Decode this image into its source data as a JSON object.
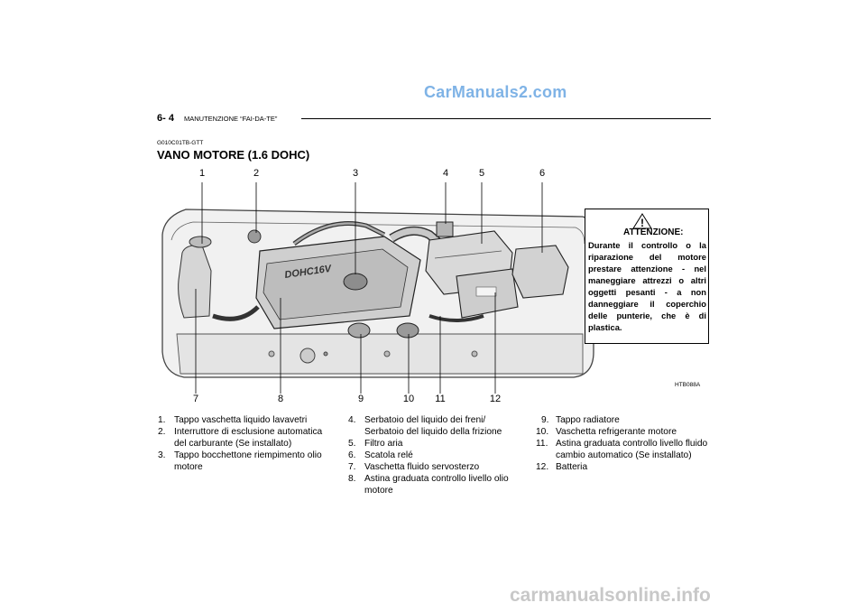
{
  "header": {
    "site_watermark": "CarManuals2.com",
    "page_number": "6- 4",
    "section": "MANUTENZIONE “FAI-DA-TE”"
  },
  "section_code": "G010C01TB-GTT",
  "title": "VANO MOTORE (1.6 DOHC)",
  "figure": {
    "engine_logo": "DOHC16V",
    "callouts_top": [
      "1",
      "2",
      "3",
      "4",
      "5",
      "6"
    ],
    "callouts_bottom": [
      "7",
      "8",
      "9",
      "10",
      "11",
      "12"
    ],
    "reference": "HTB088A"
  },
  "warning": {
    "title": "ATTENZIONE:",
    "body": "Durante il controllo o la riparazione del motore prestare attenzione - nel maneggiare attrezzi o altri oggetti pesanti - a non danneggiare il coperchio delle punterie, che è di plastica."
  },
  "legend": {
    "col1": [
      {
        "n": "1.",
        "text": "Tappo vaschetta liquido lavavetri"
      },
      {
        "n": "2.",
        "text": "Interruttore di esclusione automatica del carburante (Se installato)"
      },
      {
        "n": "3.",
        "text": "Tappo bocchettone riempimento olio motore"
      }
    ],
    "col2": [
      {
        "n": "4.",
        "text": "Serbatoio del liquido dei freni/ Serbatoio del liquido della frizione"
      },
      {
        "n": "5.",
        "text": "Filtro aria"
      },
      {
        "n": "6.",
        "text": "Scatola relé"
      },
      {
        "n": "7.",
        "text": "Vaschetta fluido servosterzo"
      },
      {
        "n": "8.",
        "text": "Astina graduata controllo livello olio motore"
      }
    ],
    "col3": [
      {
        "n": "9.",
        "text": "Tappo radiatore"
      },
      {
        "n": "10.",
        "text": "Vaschetta refrigerante motore"
      },
      {
        "n": "11.",
        "text": "Astina graduata controllo livello fluido cambio automatico (Se installato)"
      },
      {
        "n": "12.",
        "text": "Batteria"
      }
    ]
  },
  "footer": {
    "site_watermark": "carmanualsonline.info"
  }
}
